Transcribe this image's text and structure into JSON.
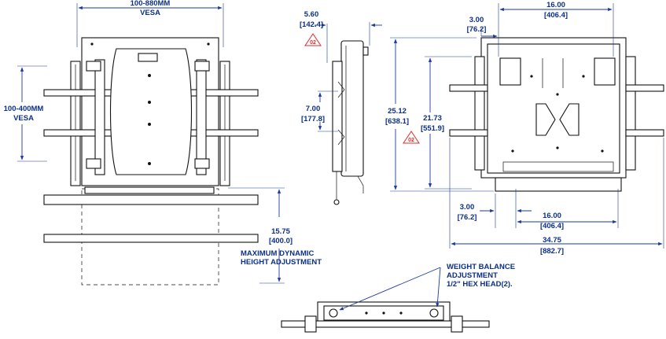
{
  "front_view": {
    "vesa_horizontal": "100-880MM",
    "vesa_horizontal_unit": "VESA",
    "vesa_vertical": "100-400MM",
    "vesa_vertical_unit": "VESA",
    "height_adjust_in": "15.75",
    "height_adjust_mm": "[400.0]",
    "height_adjust_caption_1": "MAXIMUM DYNAMIC",
    "height_adjust_caption_2": "HEIGHT ADJUSTMENT"
  },
  "side_view": {
    "depth_in": "5.60",
    "depth_mm": "[142.4]",
    "depth_rev": "02",
    "slot_in": "7.00",
    "slot_mm": "[177.8]"
  },
  "rear_view": {
    "top_width_in": "16.00",
    "top_width_mm": "[406.4]",
    "top_offset_in": "3.00",
    "top_offset_mm": "[76.2]",
    "total_height_in": "25.12",
    "total_height_mm": "[638.1]",
    "inner_height_in": "21.73",
    "inner_height_mm": "[551.9]",
    "height_rev": "02",
    "bottom_offset_in": "3.00",
    "bottom_offset_mm": "[76.2]",
    "bottom_width_in": "16.00",
    "bottom_width_mm": "[406.4]",
    "overall_width_in": "34.75",
    "overall_width_mm": "[882.7]"
  },
  "bottom_view": {
    "callout_1": "WEIGHT BALANCE",
    "callout_2": "ADJUSTMENT",
    "callout_3": "1/2\" HEX HEAD(2)."
  },
  "colors": {
    "dimension": "#0b2f8a",
    "revision": "#e02a2a",
    "outline": "#111111"
  }
}
